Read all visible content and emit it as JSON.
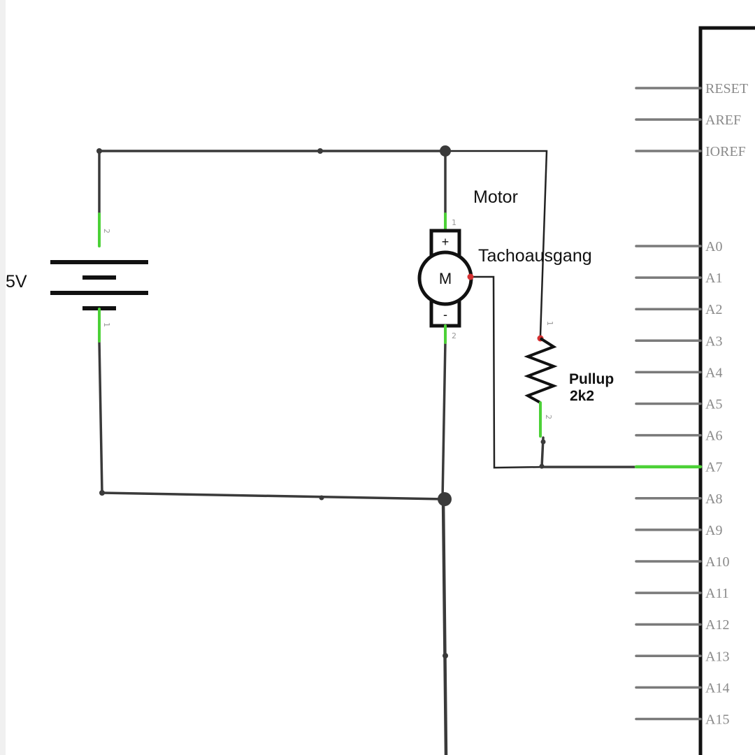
{
  "labels": {
    "battery": "5V",
    "motor_title": "Motor",
    "tacho": "Tachoausgang",
    "motor_symbol": "M",
    "plus": "+",
    "minus": "-",
    "pullup": "Pullup",
    "pullup_value": "2k2"
  },
  "pin_numbers": {
    "battery_top": "2",
    "battery_bottom": "1",
    "motor_top": "1",
    "motor_bottom": "2",
    "resistor_top": "1",
    "resistor_bottom": "2"
  },
  "arduino_pins": [
    "RESET",
    "AREF",
    "IOREF",
    "A0",
    "A1",
    "A2",
    "A3",
    "A4",
    "A5",
    "A6",
    "A7",
    "A8",
    "A9",
    "A10",
    "A11",
    "A12",
    "A13",
    "A14",
    "A15"
  ],
  "connected_pin": "A7",
  "colors": {
    "wire": "#3a3a3a",
    "pin_connected": "#4cd137",
    "pin_unconnected": "#d63031",
    "header_pin": "#7a7a7a"
  }
}
